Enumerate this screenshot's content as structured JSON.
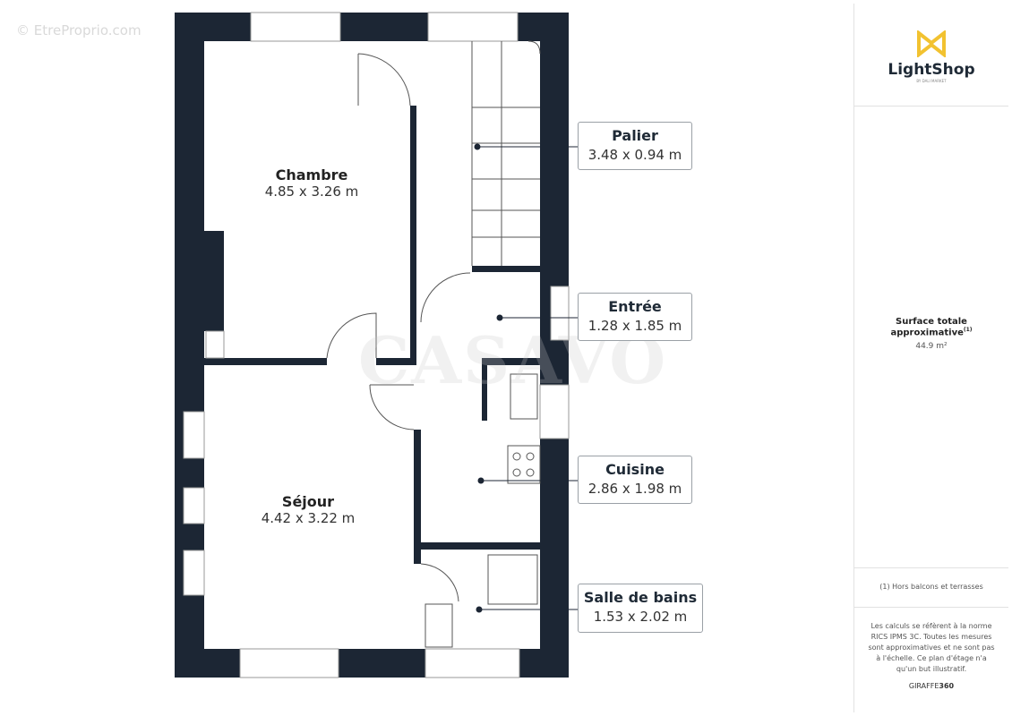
{
  "watermark": "© EtreProprio.com",
  "center_watermark": "CASAVO",
  "rooms": [
    {
      "name": "Chambre",
      "dims": "4.85 x 3.26 m"
    },
    {
      "name": "Séjour",
      "dims": "4.42 x 3.22 m"
    },
    {
      "name": "Palier",
      "dims": "3.48 x 0.94 m"
    },
    {
      "name": "Entrée",
      "dims": "1.28 x 1.85 m"
    },
    {
      "name": "Cuisine",
      "dims": "2.86 x 1.98 m"
    },
    {
      "name": "Salle de bains",
      "dims": "1.53 x 2.02 m"
    }
  ],
  "panel": {
    "logo": "LightShop",
    "logo_sub": "BY DALI MARKET",
    "logo_color": "#f2c230",
    "surface_label": "Surface totale approximative",
    "surface_sup": "(1)",
    "surface_value": "44.9 m²",
    "footnote": "(1) Hors balcons et terrasses",
    "disclaimer": "Les calculs se réfèrent à la norme RICS IPMS 3C. Toutes les mesures sont approximatives et ne sont pas à l'échelle. Ce plan d'étage n'a qu'un but illustratif.",
    "brand_a": "GIRAFFE",
    "brand_b": "360"
  },
  "colors": {
    "wall": "#1c2634"
  }
}
